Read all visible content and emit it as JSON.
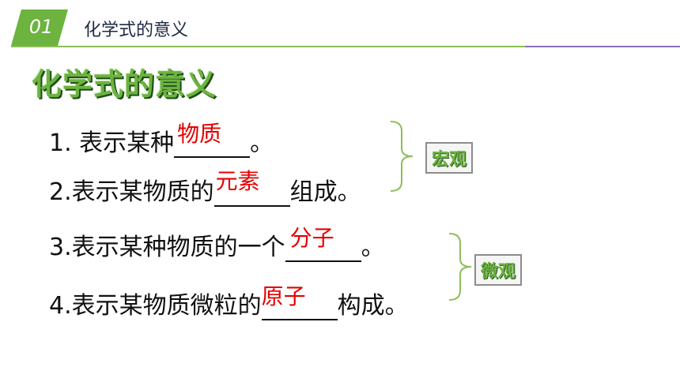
{
  "header": {
    "number": "01",
    "title": "化学式的意义"
  },
  "main_title": "化学式的意义",
  "items": [
    {
      "pre": "1. 表示某种",
      "answer": "物质",
      "post": "。"
    },
    {
      "pre": "2.表示某物质的",
      "answer": "元素",
      "post": "组成。"
    },
    {
      "pre": "3.表示某种物质的一个",
      "answer": "分子",
      "post": "。"
    },
    {
      "pre": "4.表示某物质微粒的",
      "answer": "原子",
      "post": "构成。"
    }
  ],
  "tags": {
    "macro": "宏观",
    "micro": "微观"
  },
  "colors": {
    "green": "#6cb33f",
    "answer_red": "#e50000"
  }
}
